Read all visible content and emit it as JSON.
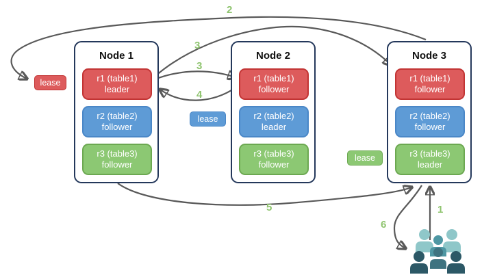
{
  "nodes": [
    {
      "title": "Node 1",
      "replicas": [
        {
          "name": "r1 (table1)",
          "role": "leader",
          "color": "#DD5B5C"
        },
        {
          "name": "r2 (table2)",
          "role": "follower",
          "color": "#5E9BD6"
        },
        {
          "name": "r3 (table3)",
          "role": "follower",
          "color": "#8CC873"
        }
      ]
    },
    {
      "title": "Node 2",
      "replicas": [
        {
          "name": "r1 (table1)",
          "role": "follower",
          "color": "#DD5B5C"
        },
        {
          "name": "r2 (table2)",
          "role": "leader",
          "color": "#5E9BD6"
        },
        {
          "name": "r3 (table3)",
          "role": "follower",
          "color": "#8CC873"
        }
      ]
    },
    {
      "title": "Node 3",
      "replicas": [
        {
          "name": "r1 (table1)",
          "role": "follower",
          "color": "#DD5B5C"
        },
        {
          "name": "r2 (table2)",
          "role": "follower",
          "color": "#5E9BD6"
        },
        {
          "name": "r3 (table3)",
          "role": "leader",
          "color": "#8CC873"
        }
      ]
    }
  ],
  "leases": [
    {
      "text": "lease",
      "color": "#DD5B5C"
    },
    {
      "text": "lease",
      "color": "#5E9BD6"
    },
    {
      "text": "lease",
      "color": "#8CC873"
    }
  ],
  "steps": {
    "s1": "1",
    "s2": "2",
    "s3a": "3",
    "s3b": "3",
    "s4": "4",
    "s5": "5",
    "s6": "6"
  },
  "icons": {
    "users": "users-group-icon"
  },
  "colors": {
    "node_border": "#24385B",
    "arrow": "#595959",
    "step_label": "#8FC46F",
    "red": "#DD5B5C",
    "red_border": "#C23434",
    "blue": "#5E9BD6",
    "blue_border": "#4A87C7",
    "green": "#8CC873",
    "green_border": "#6CA851",
    "people_light": "#8FC7C9",
    "people_mid": "#4E97A3",
    "people_mid_dark": "#3E7380",
    "people_dark": "#2C5866"
  }
}
